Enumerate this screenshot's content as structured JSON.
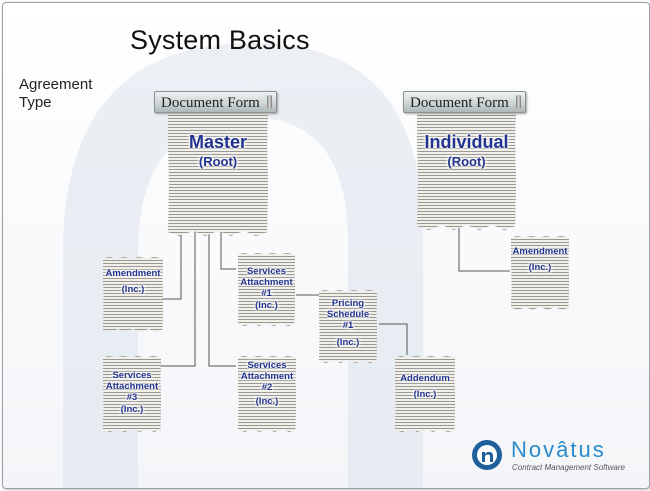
{
  "slide": {
    "title": "System Basics",
    "section_label": "Agreement Type"
  },
  "roots": [
    {
      "banner": "Document Form",
      "name": "Master",
      "sub": "(Root)"
    },
    {
      "banner": "Document Form",
      "name": "Individual",
      "sub": "(Root)"
    }
  ],
  "children": {
    "amendment_master": [
      "Amendment",
      "(Inc.)"
    ],
    "services_attachment_1": [
      "Services",
      "Attachment",
      "#1",
      "(Inc.)"
    ],
    "pricing_schedule_1": [
      "Pricing",
      "Schedule",
      "#1",
      "(Inc.)"
    ],
    "services_attachment_3": [
      "Services",
      "Attachment",
      "#3",
      "(Inc.)"
    ],
    "services_attachment_2": [
      "Services",
      "Attachment",
      "#2",
      "(Inc.)"
    ],
    "addendum": [
      "Addendum",
      "(Inc.)"
    ],
    "amendment_individual": [
      "Amendment",
      "(Inc.)"
    ]
  },
  "logo": {
    "wordmark": "Novâtus",
    "tagline": "Contract Management Software",
    "colors": {
      "brand": "#2a8bc9",
      "mark": "#1f5f9a"
    }
  },
  "colors": {
    "doc_label": "#22348f",
    "connector": "#555555"
  }
}
